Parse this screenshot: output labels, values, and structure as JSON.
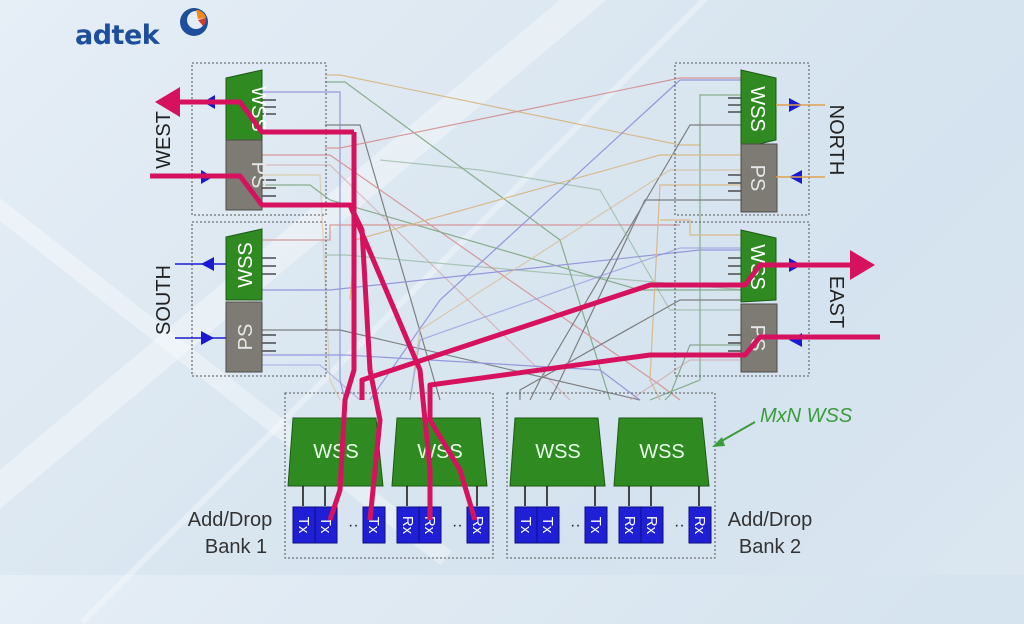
{
  "logo": {
    "text": "adtek"
  },
  "degrees": [
    {
      "id": "west",
      "label": "WEST"
    },
    {
      "id": "south",
      "label": "SOUTH"
    },
    {
      "id": "north",
      "label": "NORTH"
    },
    {
      "id": "east",
      "label": "EAST"
    }
  ],
  "modules": {
    "wss": "WSS",
    "ps": "PS"
  },
  "banks": [
    {
      "id": "bank1",
      "label_line1": "Add/Drop",
      "label_line2": "Bank 1",
      "tx": [
        "Tx",
        "Tx",
        "Tx"
      ],
      "rx": [
        "Rx",
        "Rx",
        "Rx"
      ],
      "wss_labels": [
        "WSS",
        "WSS"
      ]
    },
    {
      "id": "bank2",
      "label_line1": "Add/Drop",
      "label_line2": "Bank 2",
      "tx": [
        "Tx",
        "Tx",
        "Tx"
      ],
      "rx": [
        "Rx",
        "Rx",
        "Rx"
      ],
      "wss_labels": [
        "WSS",
        "WSS"
      ]
    }
  ],
  "annotation": {
    "text": "MxN WSS"
  },
  "ellipsis": "··",
  "colors": {
    "wss_green": "#2f8a22",
    "ps_gray": "#7d7b73",
    "transceiver_blue": "#1f1fd6",
    "path_magenta": "#d6125f",
    "arrow_blue": "#1a1ad0",
    "annotation_green": "#3c9b3c",
    "fiber_colors": [
      "#d48a8a",
      "#8a8ad8",
      "#7aa27a",
      "#d8b27a",
      "#6e6e6e"
    ]
  }
}
